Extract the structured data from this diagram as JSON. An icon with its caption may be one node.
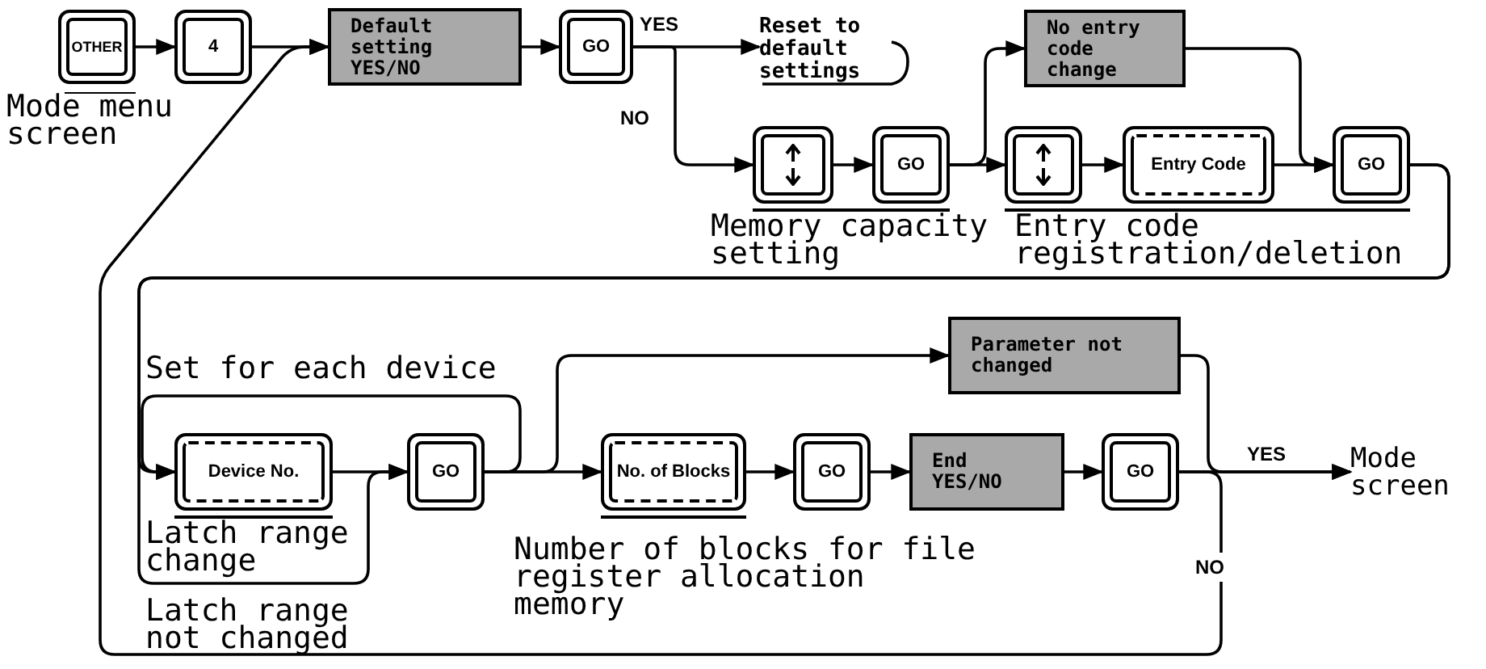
{
  "diagram": {
    "nodes": [
      {
        "text": [
          "OTHER"
        ],
        "beside": [
          "Mode menu screen"
        ]
      },
      {
        "text": [
          "4"
        ]
      },
      {
        "text": [
          "Default setting YES/NO"
        ]
      },
      {
        "text": [
          "GO"
        ]
      },
      {
        "text": [
          "Reset to default settings"
        ]
      },
      {
        "text": [],
        "shape": "box"
      },
      {
        "text": [
          "GO"
        ]
      },
      {
        "text": [
          "No entry code change"
        ]
      },
      {
        "text": [],
        "shape": "box"
      },
      {
        "text": [
          "Entry Code"
        ]
      },
      {
        "text": [
          "GO"
        ]
      },
      {
        "text": [
          "Device No."
        ],
        "beside": [
          "Latch range change"
        ]
      },
      {
        "text": [
          "GO"
        ]
      },
      {
        "text": [
          "No. of Blocks"
        ]
      },
      {
        "text": [
          "Parameter not changed"
        ]
      },
      {
        "text": [
          "GO"
        ]
      },
      {
        "text": [
          "End YES/NO"
        ]
      },
      {
        "text": [
          "GO"
        ]
      },
      {
        "text": [
          "Mode screen"
        ]
      }
    ],
    "edges": [
      {
        "from": 0,
        "to": 1,
        "arrow": "to"
      },
      {
        "from": 1,
        "to": 2,
        "arrow": "to"
      },
      {
        "from": 2,
        "to": 3,
        "arrow": "to"
      },
      {
        "from": 3,
        "to": 4,
        "arrow": "to",
        "label": "YES"
      },
      {
        "from": 3,
        "to": 5,
        "arrow": "to",
        "label": "NO"
      },
      {
        "from": 5,
        "to": 6,
        "arrow": "to"
      },
      {
        "from": 6,
        "to": 7,
        "arrow": "to"
      },
      {
        "from": 6,
        "to": 8,
        "arrow": "to"
      },
      {
        "from": 8,
        "to": 9,
        "arrow": "to"
      },
      {
        "from": 9,
        "to": 10,
        "arrow": "to"
      },
      {
        "from": 7,
        "to": 10,
        "arrow": "to"
      },
      {
        "from": 10,
        "to": 11,
        "arrow": "to"
      },
      {
        "from": 10,
        "to": 12,
        "arrow": "to",
        "label": "Latch range not changed"
      },
      {
        "from": 11,
        "to": 12,
        "arrow": "to"
      },
      {
        "from": 12,
        "to": 11,
        "arrow": "to",
        "label": "Set for each device"
      },
      {
        "from": 12,
        "to": 13,
        "arrow": "to"
      },
      {
        "from": 12,
        "to": 14,
        "arrow": "to"
      },
      {
        "from": 13,
        "to": 15,
        "arrow": "to"
      },
      {
        "from": 15,
        "to": 16,
        "arrow": "to"
      },
      {
        "from": 16,
        "to": 17,
        "arrow": "to"
      },
      {
        "from": 17,
        "to": 18,
        "arrow": "to",
        "label": "YES"
      },
      {
        "from": 14,
        "to": 18,
        "arrow": "to"
      },
      {
        "from": 17,
        "to": 2,
        "arrow": "to",
        "label": "NO"
      }
    ],
    "labels": [
      "Memory capacity setting",
      "Entry code registration/deletion",
      "Number of blocks for file register allocation memory"
    ]
  }
}
